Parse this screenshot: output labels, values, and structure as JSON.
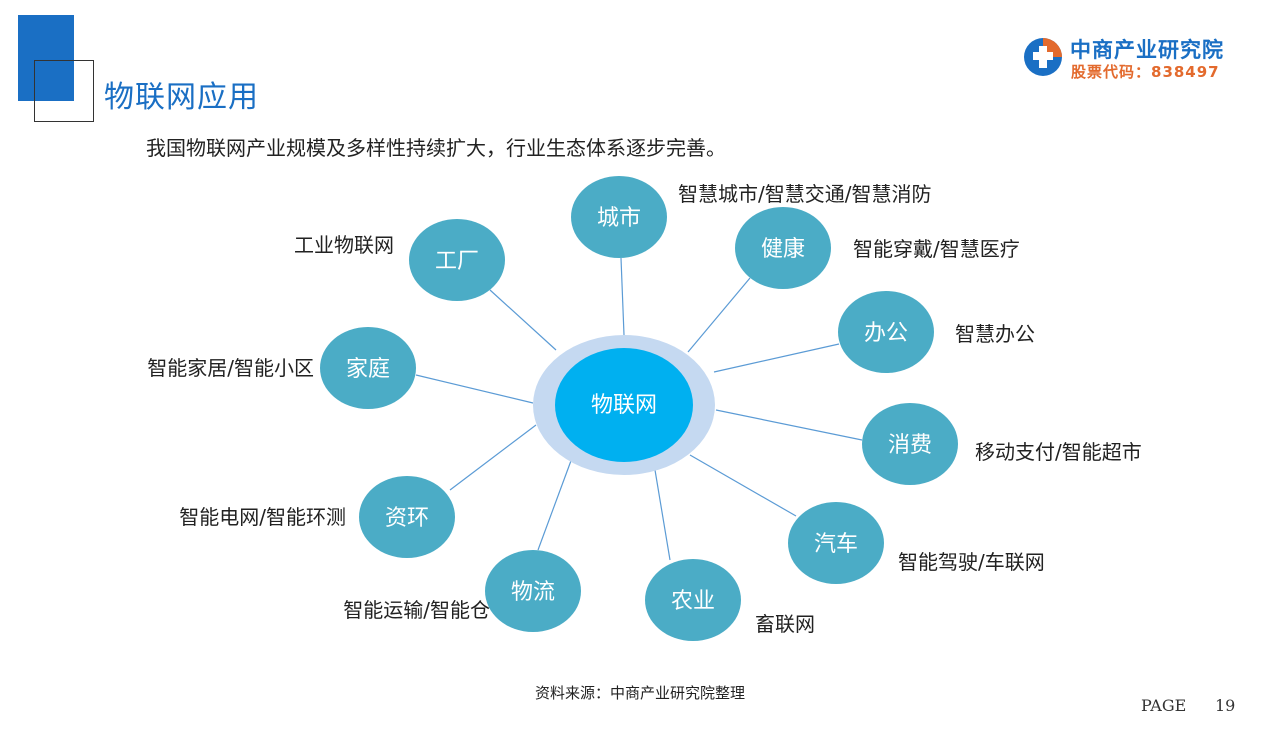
{
  "header": {
    "title": "物联网应用",
    "subtitle": "我国物联网产业规模及多样性持续扩大，行业生态体系逐步完善。"
  },
  "logo": {
    "name": "中商产业研究院",
    "stock": "股票代码：838497"
  },
  "colors": {
    "brand_blue": "#1a6fc4",
    "brand_orange": "#e36a2d",
    "node_fill": "#4bacc6",
    "center_fill": "#00b0f0",
    "center_ring": "#c5d9f1",
    "connector": "#5b9bd5"
  },
  "diagram": {
    "center": {
      "label": "物联网"
    },
    "nodes": [
      {
        "id": "chengshi",
        "label": "城市",
        "desc": "智慧城市/智慧交通/智慧消防"
      },
      {
        "id": "jiankang",
        "label": "健康",
        "desc": "智能穿戴/智慧医疗"
      },
      {
        "id": "bangong",
        "label": "办公",
        "desc": "智慧办公"
      },
      {
        "id": "xiaofei",
        "label": "消费",
        "desc": "移动支付/智能超市"
      },
      {
        "id": "qiche",
        "label": "汽车",
        "desc": "智能驾驶/车联网"
      },
      {
        "id": "nongye",
        "label": "农业",
        "desc": "畜联网"
      },
      {
        "id": "wuliu",
        "label": "物流",
        "desc": "智能运输/智能仓"
      },
      {
        "id": "ziHuan",
        "label": "资环",
        "desc": "智能电网/智能环测"
      },
      {
        "id": "jiating",
        "label": "家庭",
        "desc": "智能家居/智能小区"
      },
      {
        "id": "gongchang",
        "label": "工厂",
        "desc": "工业物联网"
      }
    ]
  },
  "footer": {
    "source": "资料来源：中商产业研究院整理",
    "page_label": "PAGE",
    "page_number": "19"
  }
}
